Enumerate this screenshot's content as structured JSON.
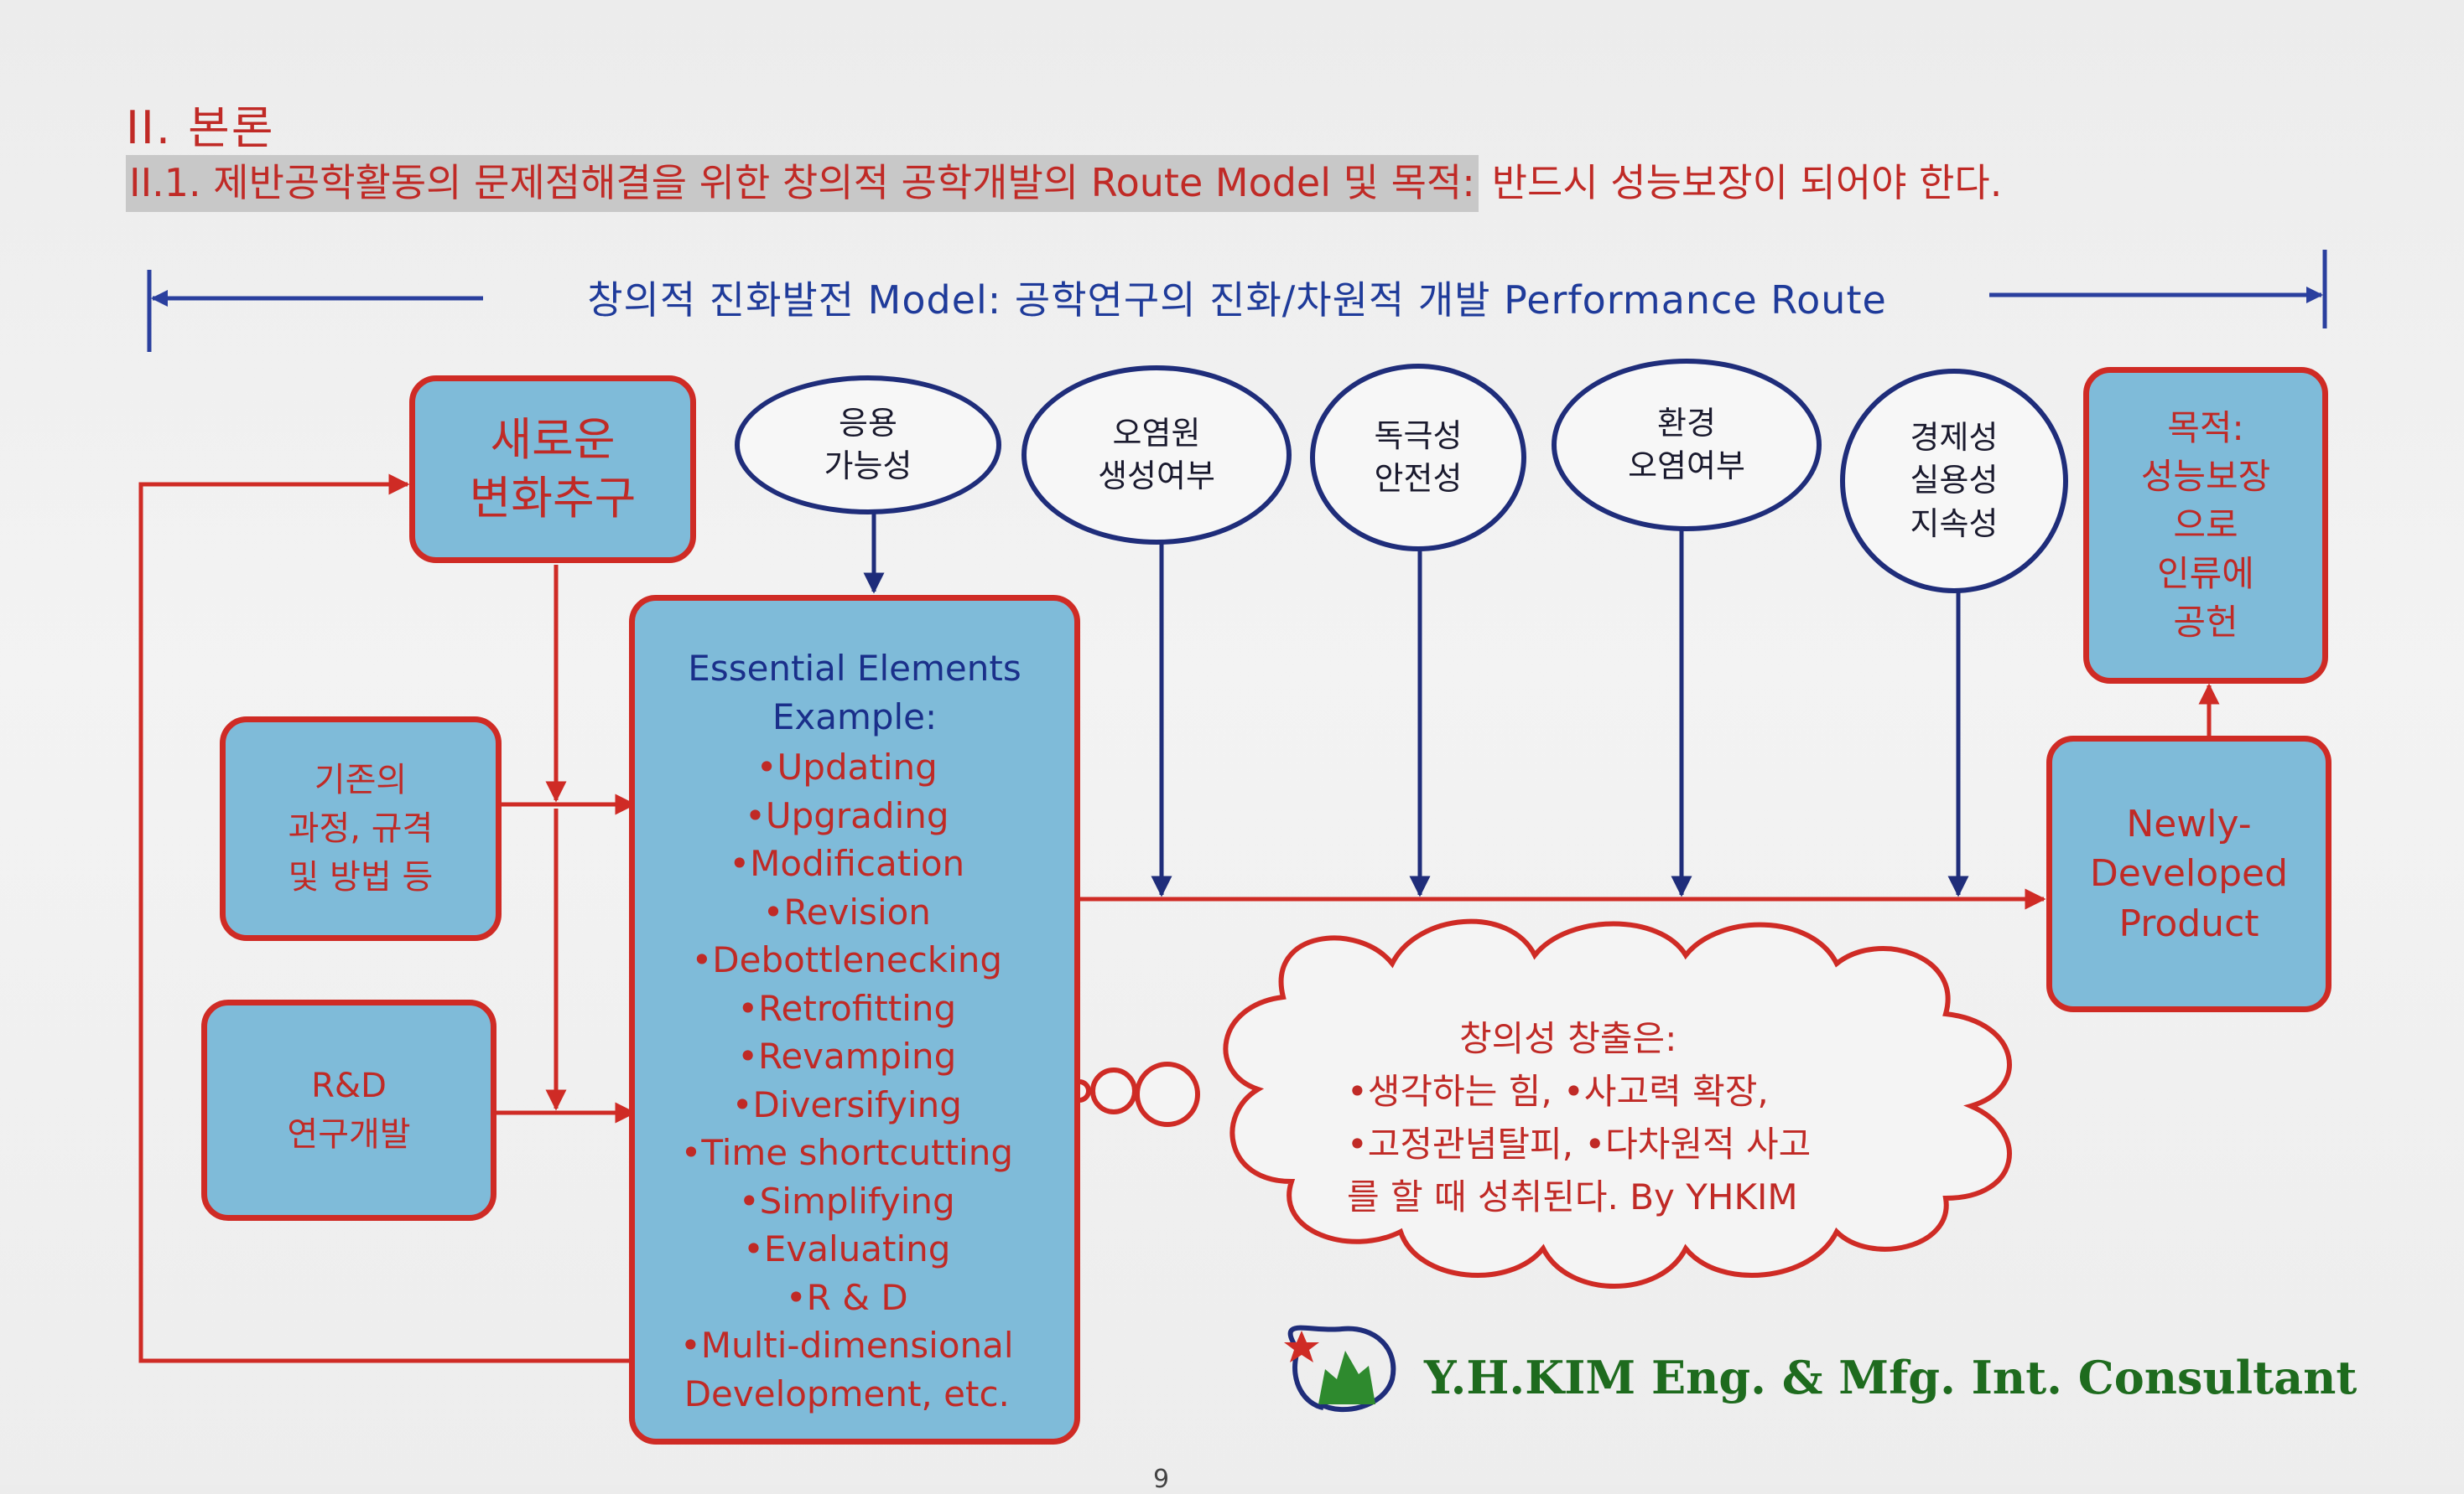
{
  "section_title": "II. 본론",
  "subtitle": {
    "highlighted": "II.1. 제반공학활동의 문제점해결을 위한 창의적 공학개발의 Route Model 및 목적:",
    "rest": "반드시 성능보장이 되어야 한다."
  },
  "route_title": "창의적 진화발전 Model: 공학연구의 진화/차원적 개발 Performance Route",
  "boxes": {
    "new_change": "새로운\n변화추구",
    "existing": "기존의\n과정, 규격\n및 방법 등",
    "rnd": "R&D\n연구개발",
    "purpose": "목적:\n성능보장\n으로\n인류에\n공헌",
    "product": "Newly-\nDeveloped\nProduct"
  },
  "ellipses": [
    "응용\n가능성",
    "오염원\n생성여부",
    "독극성\n안전성",
    "환경\n오염여부",
    "경제성\n실용성\n지속성"
  ],
  "essential": {
    "heading": "Essential Elements\nExample:",
    "items": [
      "•Updating",
      "•Upgrading",
      "•Modification",
      "•Revision",
      "•Debottlenecking",
      "•Retrofitting",
      "•Revamping",
      "•Diversifying",
      "•Time shortcutting",
      "•Simplifying",
      "•Evaluating",
      "•R & D"
    ],
    "last_item": "•Multi-dimensional\n  Development, etc."
  },
  "cloud": {
    "line1": "창의성 창출은:",
    "line2": "•생각하는 힘, •사고력 확장,",
    "line3": "•고정관념탈피, •다차원적 사고",
    "line4": "를 할 때 성취된다. By YHKIM"
  },
  "brand": "Y.H.KIM Eng. & Mfg. Int. Consultant",
  "page_number": "9",
  "colors": {
    "red": "#cf2b25",
    "box_fill": "#7fbbd9",
    "navy": "#1f2d7a",
    "brand_green": "#1e6b1e"
  }
}
